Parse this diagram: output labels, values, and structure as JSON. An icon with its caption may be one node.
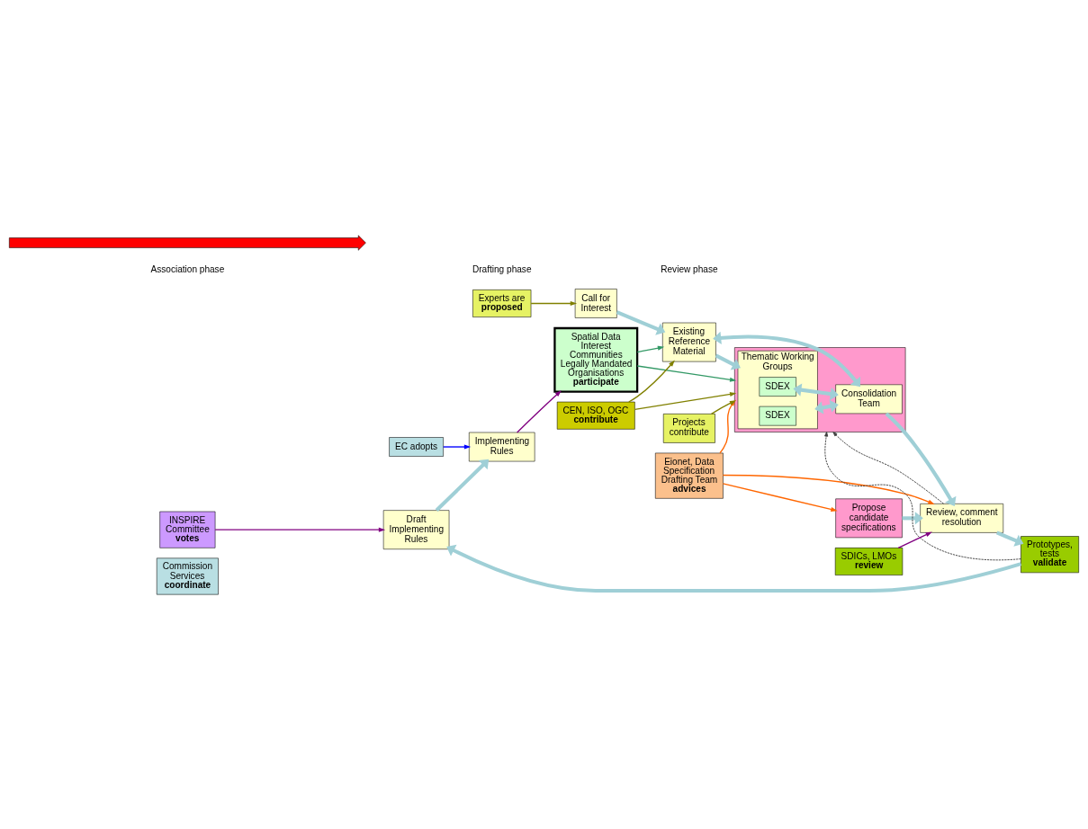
{
  "diagram": {
    "nodes": [
      {
        "text": [
          "Commission Services **coordinate**"
        ]
      },
      {
        "text": [
          "INSPIRE Committee **votes**"
        ]
      },
      {
        "text": [
          "EC adopts"
        ]
      },
      {
        "text": [
          "Eionet, Data Specification Drafting Team **advices**"
        ]
      },
      {
        "text": [
          "Call for Interest"
        ]
      },
      {
        "text": [
          "Existing Reference Material"
        ]
      },
      {
        "text": [],
        "shape": "box"
      },
      {
        "text": [
          "Thematic Working Groups"
        ],
        "in": 6
      },
      {
        "text": [
          "SDEX"
        ],
        "in": 7
      },
      {
        "text": [
          "SDEX"
        ],
        "in": 7
      },
      {
        "text": [
          "Consolidation Team"
        ],
        "in": 6
      },
      {
        "text": [
          "Propose candidate specifications"
        ]
      },
      {
        "text": [
          "Review, comment resolution"
        ]
      },
      {
        "text": [
          "Prototypes, tests **validate**"
        ]
      },
      {
        "text": [
          "Draft Implementing Rules"
        ]
      },
      {
        "text": [
          "Implementing Rules"
        ]
      },
      {
        "text": [
          "Spatial Data Interest Communities Legally Mandated Organisations **participate**"
        ]
      },
      {
        "text": [
          "Experts are **proposed**"
        ]
      },
      {
        "text": [
          "Projects contribute"
        ]
      },
      {
        "text": [
          "SDICs, LMOs **review**"
        ]
      },
      {
        "text": [
          "CEN, ISO, OGC **contribute**"
        ]
      }
    ],
    "edges": [
      {
        "from": 4,
        "to": 5,
        "arrow": "to",
        "style": "thick"
      },
      {
        "from": 5,
        "to": 7,
        "arrow": "to",
        "style": "thick"
      },
      {
        "from": 5,
        "to": 10,
        "arrow": "both",
        "style": "thick"
      },
      {
        "from": 8,
        "to": 10,
        "arrow": "both",
        "style": "thick"
      },
      {
        "from": 7,
        "to": 10,
        "arrow": "both",
        "style": "thick"
      },
      {
        "from": 10,
        "to": 12,
        "arrow": "to",
        "style": "thick"
      },
      {
        "from": 11,
        "to": 12,
        "arrow": "to",
        "style": "thick"
      },
      {
        "from": 12,
        "to": 13,
        "arrow": "to",
        "style": "thick"
      },
      {
        "from": 13,
        "to": 14,
        "arrow": "to",
        "style": "thick"
      },
      {
        "from": 14,
        "to": 15,
        "arrow": "to",
        "style": "thick"
      },
      {
        "from": 3,
        "to": 6,
        "arrow": "to",
        "color": "#ff6600"
      },
      {
        "from": 3,
        "to": 11,
        "arrow": "to",
        "color": "#ff6600"
      },
      {
        "from": 3,
        "to": 12,
        "arrow": "to",
        "color": "#ff6600"
      },
      {
        "from": 1,
        "to": 14,
        "arrow": "to",
        "color": "#800080"
      },
      {
        "from": 2,
        "to": 15,
        "arrow": "to",
        "color": "#0000ff"
      },
      {
        "from": 15,
        "to": 16,
        "arrow": "to",
        "color": "#800080"
      },
      {
        "from": 19,
        "to": 12,
        "arrow": "to",
        "color": "#800080"
      },
      {
        "from": 12,
        "to": 6,
        "arrow": "to",
        "style": "dashed",
        "color": "#404040"
      },
      {
        "from": 13,
        "to": 6,
        "arrow": "to",
        "style": "dashed",
        "color": "#404040"
      },
      {
        "from": 17,
        "to": 4,
        "arrow": "to",
        "color": "#808000"
      },
      {
        "from": 16,
        "to": 5,
        "arrow": "to",
        "color": "#339966"
      },
      {
        "from": 20,
        "to": 5,
        "arrow": "to",
        "color": "#808000"
      },
      {
        "from": 20,
        "to": 6,
        "arrow": "to",
        "color": "#808000"
      },
      {
        "from": 16,
        "to": 6,
        "arrow": "to",
        "color": "#339966"
      },
      {
        "from": 18,
        "to": 6,
        "arrow": "to",
        "color": "#808000"
      }
    ],
    "labels": [
      "Association phase",
      "Drafting phase",
      "Review phase"
    ]
  }
}
